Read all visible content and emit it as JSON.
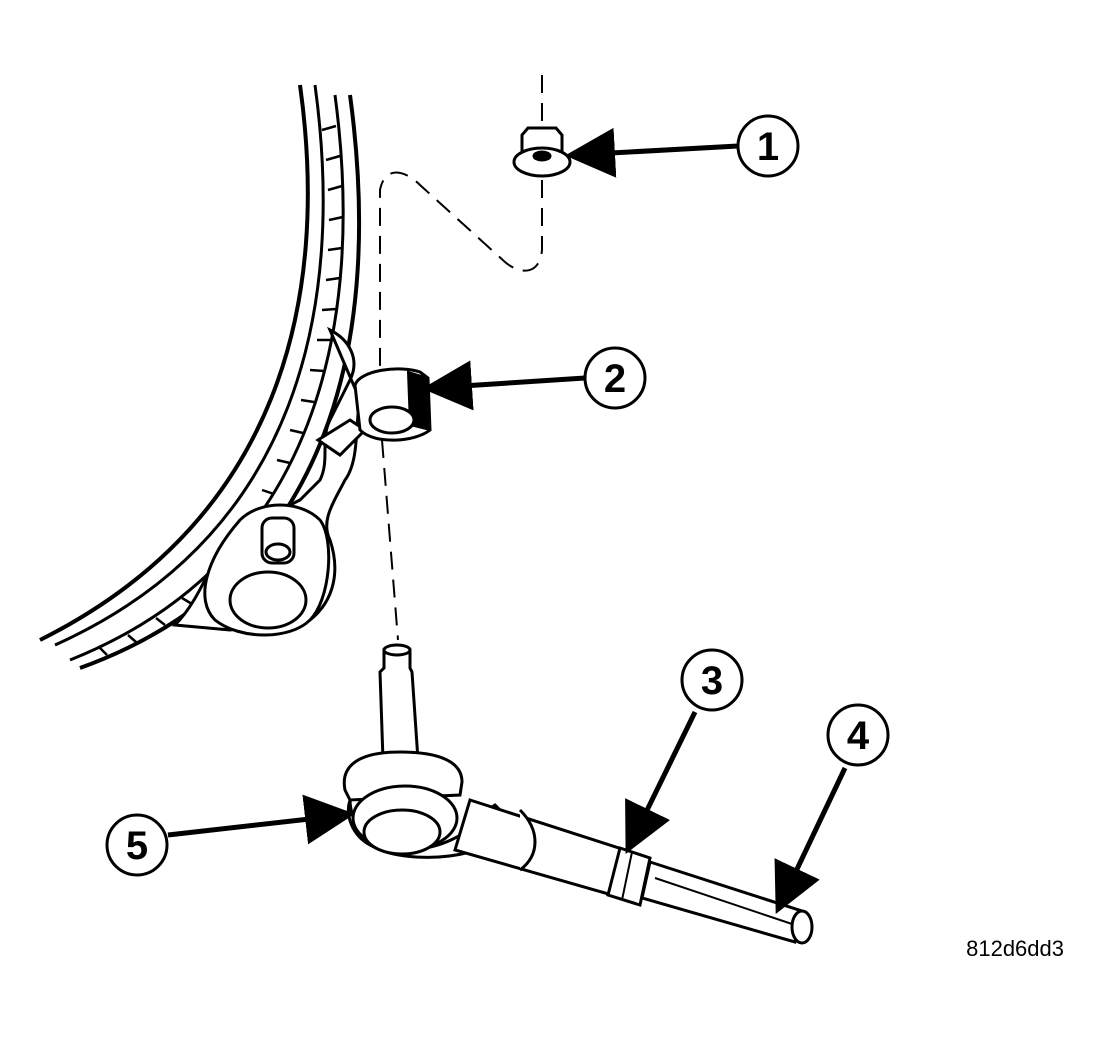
{
  "figure": {
    "id_label": "812d6dd3",
    "ink_color": "#000000",
    "paper_color": "#ffffff"
  },
  "callouts": [
    {
      "number": "1",
      "target": "nut"
    },
    {
      "number": "2",
      "target": "steering-knuckle-arm"
    },
    {
      "number": "3",
      "target": "jam-nut"
    },
    {
      "number": "4",
      "target": "tie-rod-adjuster"
    },
    {
      "number": "5",
      "target": "tie-rod-end"
    }
  ]
}
